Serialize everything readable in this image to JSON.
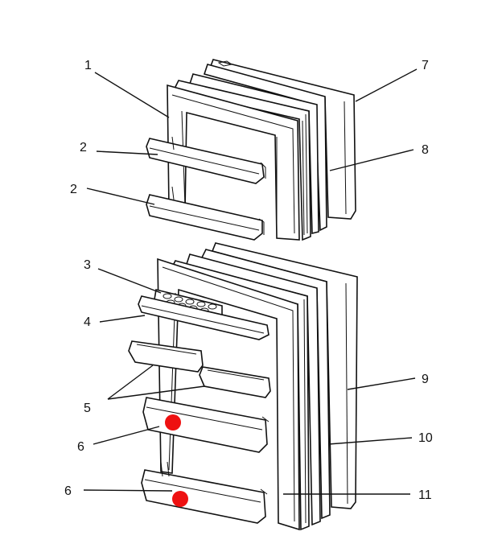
{
  "callouts": {
    "c1": "1",
    "c2a": "2",
    "c2b": "2",
    "c3": "3",
    "c4": "4",
    "c5": "5",
    "c6a": "6",
    "c6b": "6",
    "c7": "7",
    "c8": "8",
    "c9": "9",
    "c10": "10",
    "c11": "11"
  },
  "markers": {
    "color": "#ee1111"
  }
}
